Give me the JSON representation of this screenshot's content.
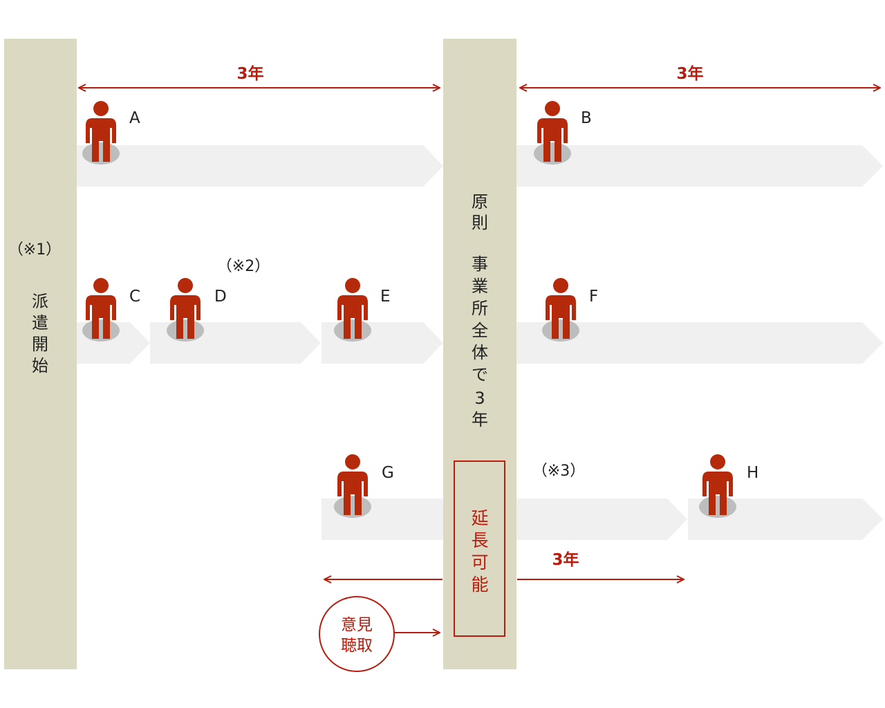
{
  "left_bar": {
    "note": "（※1）",
    "text": [
      "派",
      "遣",
      "開",
      "始"
    ]
  },
  "center_bar": {
    "text": [
      "原",
      "則",
      "",
      "事",
      "業",
      "所",
      "全",
      "体",
      "で",
      "3",
      "年"
    ],
    "extension_box": [
      "延",
      "長",
      "可",
      "能"
    ]
  },
  "durations": {
    "top_left": "3年",
    "top_right": "3年",
    "bottom": "3年"
  },
  "persons": {
    "a": "A",
    "b": "B",
    "c": "C",
    "d": "D",
    "e": "E",
    "f": "F",
    "g": "G",
    "h": "H"
  },
  "notes": {
    "note2": "（※2）",
    "note3": "（※3）"
  },
  "hearing_circle": [
    "意見",
    "聴取"
  ],
  "colors": {
    "bar": "#dcd9c3",
    "accent_red": "#b81c0c",
    "track": "#f0f0f0",
    "person_red": "#b42a0a",
    "shadow": "#bdbdbd"
  }
}
